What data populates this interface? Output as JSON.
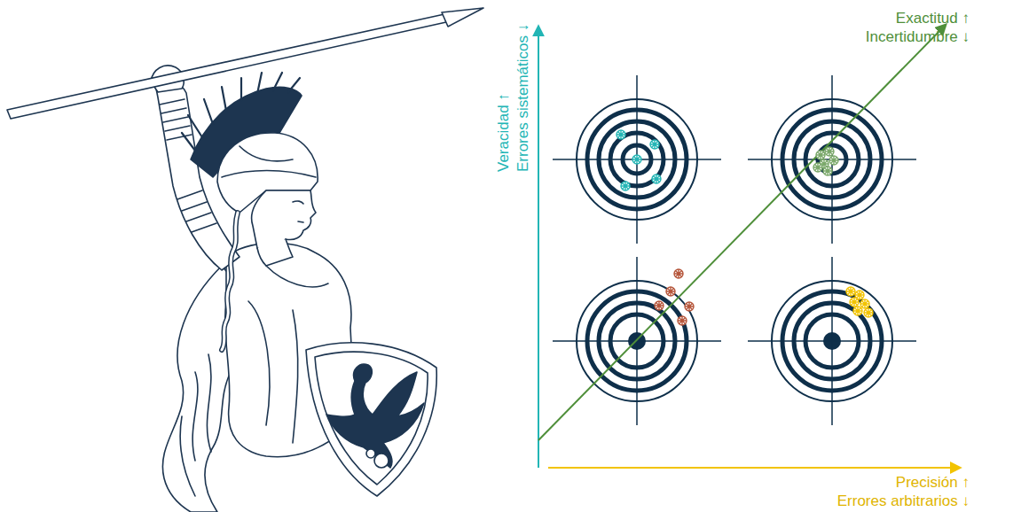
{
  "diagram": {
    "labels": [
      "Veracidad ↑",
      "Errores sistemáticos ↓",
      "Exactitud ↑",
      "Incertidumbre ↓",
      "Precisión ↑",
      "Errores arbitrarios ↓"
    ]
  }
}
